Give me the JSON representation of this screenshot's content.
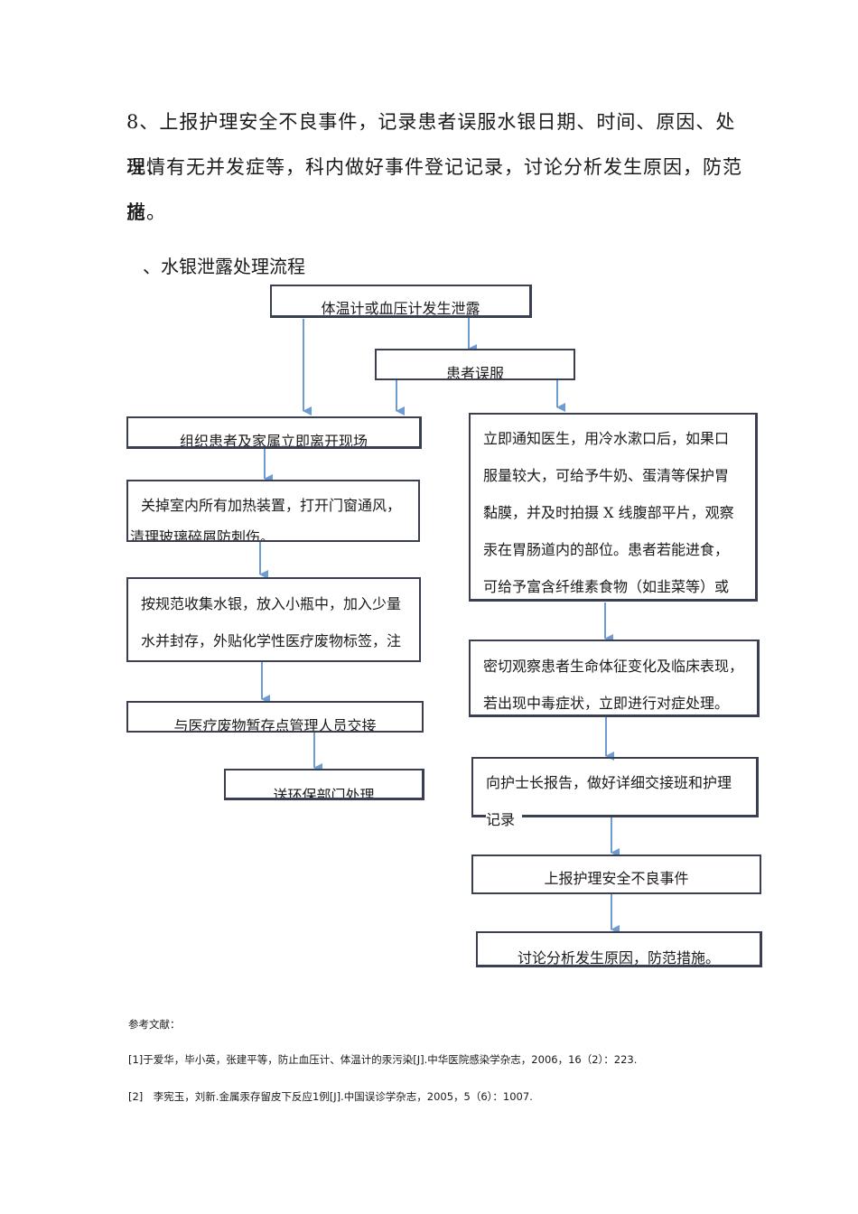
{
  "step8": {
    "line1": "8、上报护理安全不良事件，记录患者误服水银日期、时间、原因、处理情",
    "line2": "况、有无并发症等，科内做好事件登记记录，讨论分析发生原因，防范措",
    "line3": "施。"
  },
  "section_title": "、水银泄露处理流程",
  "flow": {
    "start": "体温计或血压计发生泄露",
    "swallow": "患者误服",
    "left": {
      "evacuate": "组织患者及家属立即离开现场",
      "ventilate": [
        "关掉室内所有加热装置，打开门窗通风，",
        "清理玻璃碎屑防刺伤。"
      ],
      "collect": [
        "按规范收集水银，放入小瓶中，加入少量",
        "水并封存，外贴化学性医疗废物标签，注"
      ],
      "handover": "与医疗废物暂存点管理人员交接",
      "dispose": "送环保部门处理"
    },
    "right": {
      "notify": [
        "立即通知医生，用冷水漱口后，如果口",
        "服量较大，可给予牛奶、蛋清等保护胃",
        "黏膜，并及时拍摄 X 线腹部平片，观察",
        "汞在胃肠道内的部位。患者若能进食，",
        "可给予富含纤维素食物（如韭菜等）或"
      ],
      "observe": [
        "密切观察患者生命体征变化及临床表现，",
        "若出现中毒症状，立即进行对症处理。"
      ],
      "report_head": [
        "向护士长报告，做好详细交接班和护理",
        "记录"
      ],
      "report_event": "上报护理安全不良事件",
      "discuss": "讨论分析发生原因，防范措施。"
    }
  },
  "references": {
    "title": "参考文献：",
    "items": [
      "[1]于爱华，毕小英，张建平等，防止血压计、体温计的汞污染[J].中华医院感染学杂志，2006，16（2）：223.",
      "[2]　李宪玉，刘新.金属汞存留皮下反应1例[J].中国误诊学杂志，2005，5（6）：1007."
    ]
  },
  "colors": {
    "arrow": "#6d9bd2",
    "border": "#3a3f52"
  }
}
